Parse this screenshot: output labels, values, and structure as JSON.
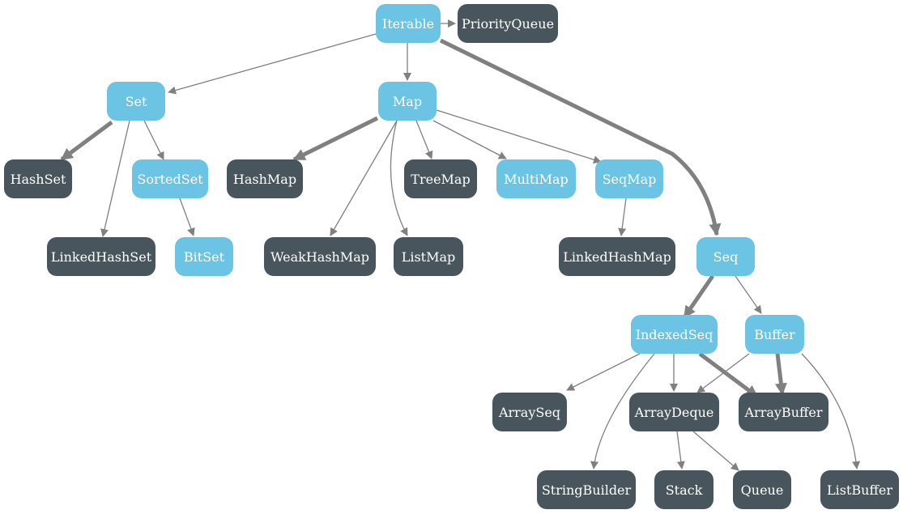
{
  "colors": {
    "trait": "#6bc4e4",
    "class": "#48555c",
    "edge": "#808080",
    "text": "#ffffff"
  },
  "nodes": [
    {
      "id": "iterable",
      "label": "Iterable",
      "kind": "trait"
    },
    {
      "id": "priorityqueue",
      "label": "PriorityQueue",
      "kind": "class"
    },
    {
      "id": "set",
      "label": "Set",
      "kind": "trait"
    },
    {
      "id": "map",
      "label": "Map",
      "kind": "trait"
    },
    {
      "id": "hashset",
      "label": "HashSet",
      "kind": "class"
    },
    {
      "id": "sortedset",
      "label": "SortedSet",
      "kind": "trait"
    },
    {
      "id": "hashmap",
      "label": "HashMap",
      "kind": "class"
    },
    {
      "id": "treemap",
      "label": "TreeMap",
      "kind": "class"
    },
    {
      "id": "multimap",
      "label": "MultiMap",
      "kind": "trait"
    },
    {
      "id": "seqmap",
      "label": "SeqMap",
      "kind": "trait"
    },
    {
      "id": "linkedhashset",
      "label": "LinkedHashSet",
      "kind": "class"
    },
    {
      "id": "bitset",
      "label": "BitSet",
      "kind": "trait"
    },
    {
      "id": "weakhashmap",
      "label": "WeakHashMap",
      "kind": "class"
    },
    {
      "id": "listmap",
      "label": "ListMap",
      "kind": "class"
    },
    {
      "id": "linkedhashmap",
      "label": "LinkedHashMap",
      "kind": "class"
    },
    {
      "id": "seq",
      "label": "Seq",
      "kind": "trait"
    },
    {
      "id": "indexedseq",
      "label": "IndexedSeq",
      "kind": "trait"
    },
    {
      "id": "buffer",
      "label": "Buffer",
      "kind": "trait"
    },
    {
      "id": "arrayseq",
      "label": "ArraySeq",
      "kind": "class"
    },
    {
      "id": "arraydeque",
      "label": "ArrayDeque",
      "kind": "class"
    },
    {
      "id": "arraybuffer",
      "label": "ArrayBuffer",
      "kind": "class"
    },
    {
      "id": "stringbuilder",
      "label": "StringBuilder",
      "kind": "class"
    },
    {
      "id": "stack",
      "label": "Stack",
      "kind": "class"
    },
    {
      "id": "queue",
      "label": "Queue",
      "kind": "class"
    },
    {
      "id": "listbuffer",
      "label": "ListBuffer",
      "kind": "class"
    }
  ],
  "edges": [
    {
      "from": "iterable",
      "to": "priorityqueue",
      "weight": "thin"
    },
    {
      "from": "iterable",
      "to": "set",
      "weight": "thin"
    },
    {
      "from": "iterable",
      "to": "map",
      "weight": "thin"
    },
    {
      "from": "iterable",
      "to": "seq",
      "weight": "thick"
    },
    {
      "from": "set",
      "to": "hashset",
      "weight": "thick"
    },
    {
      "from": "set",
      "to": "sortedset",
      "weight": "thin"
    },
    {
      "from": "set",
      "to": "linkedhashset",
      "weight": "thin"
    },
    {
      "from": "sortedset",
      "to": "bitset",
      "weight": "thin"
    },
    {
      "from": "map",
      "to": "hashmap",
      "weight": "thick"
    },
    {
      "from": "map",
      "to": "weakhashmap",
      "weight": "thin"
    },
    {
      "from": "map",
      "to": "listmap",
      "weight": "thin"
    },
    {
      "from": "map",
      "to": "treemap",
      "weight": "thin"
    },
    {
      "from": "map",
      "to": "multimap",
      "weight": "thin"
    },
    {
      "from": "map",
      "to": "seqmap",
      "weight": "thin"
    },
    {
      "from": "seqmap",
      "to": "linkedhashmap",
      "weight": "thin"
    },
    {
      "from": "seq",
      "to": "indexedseq",
      "weight": "thick"
    },
    {
      "from": "seq",
      "to": "buffer",
      "weight": "thin"
    },
    {
      "from": "indexedseq",
      "to": "arrayseq",
      "weight": "thin"
    },
    {
      "from": "indexedseq",
      "to": "arraydeque",
      "weight": "thin"
    },
    {
      "from": "indexedseq",
      "to": "arraybuffer",
      "weight": "thick"
    },
    {
      "from": "indexedseq",
      "to": "stringbuilder",
      "weight": "thin"
    },
    {
      "from": "buffer",
      "to": "arraydeque",
      "weight": "thin"
    },
    {
      "from": "buffer",
      "to": "arraybuffer",
      "weight": "thick"
    },
    {
      "from": "buffer",
      "to": "listbuffer",
      "weight": "thin"
    },
    {
      "from": "arraydeque",
      "to": "stack",
      "weight": "thin"
    },
    {
      "from": "arraydeque",
      "to": "queue",
      "weight": "thin"
    }
  ]
}
